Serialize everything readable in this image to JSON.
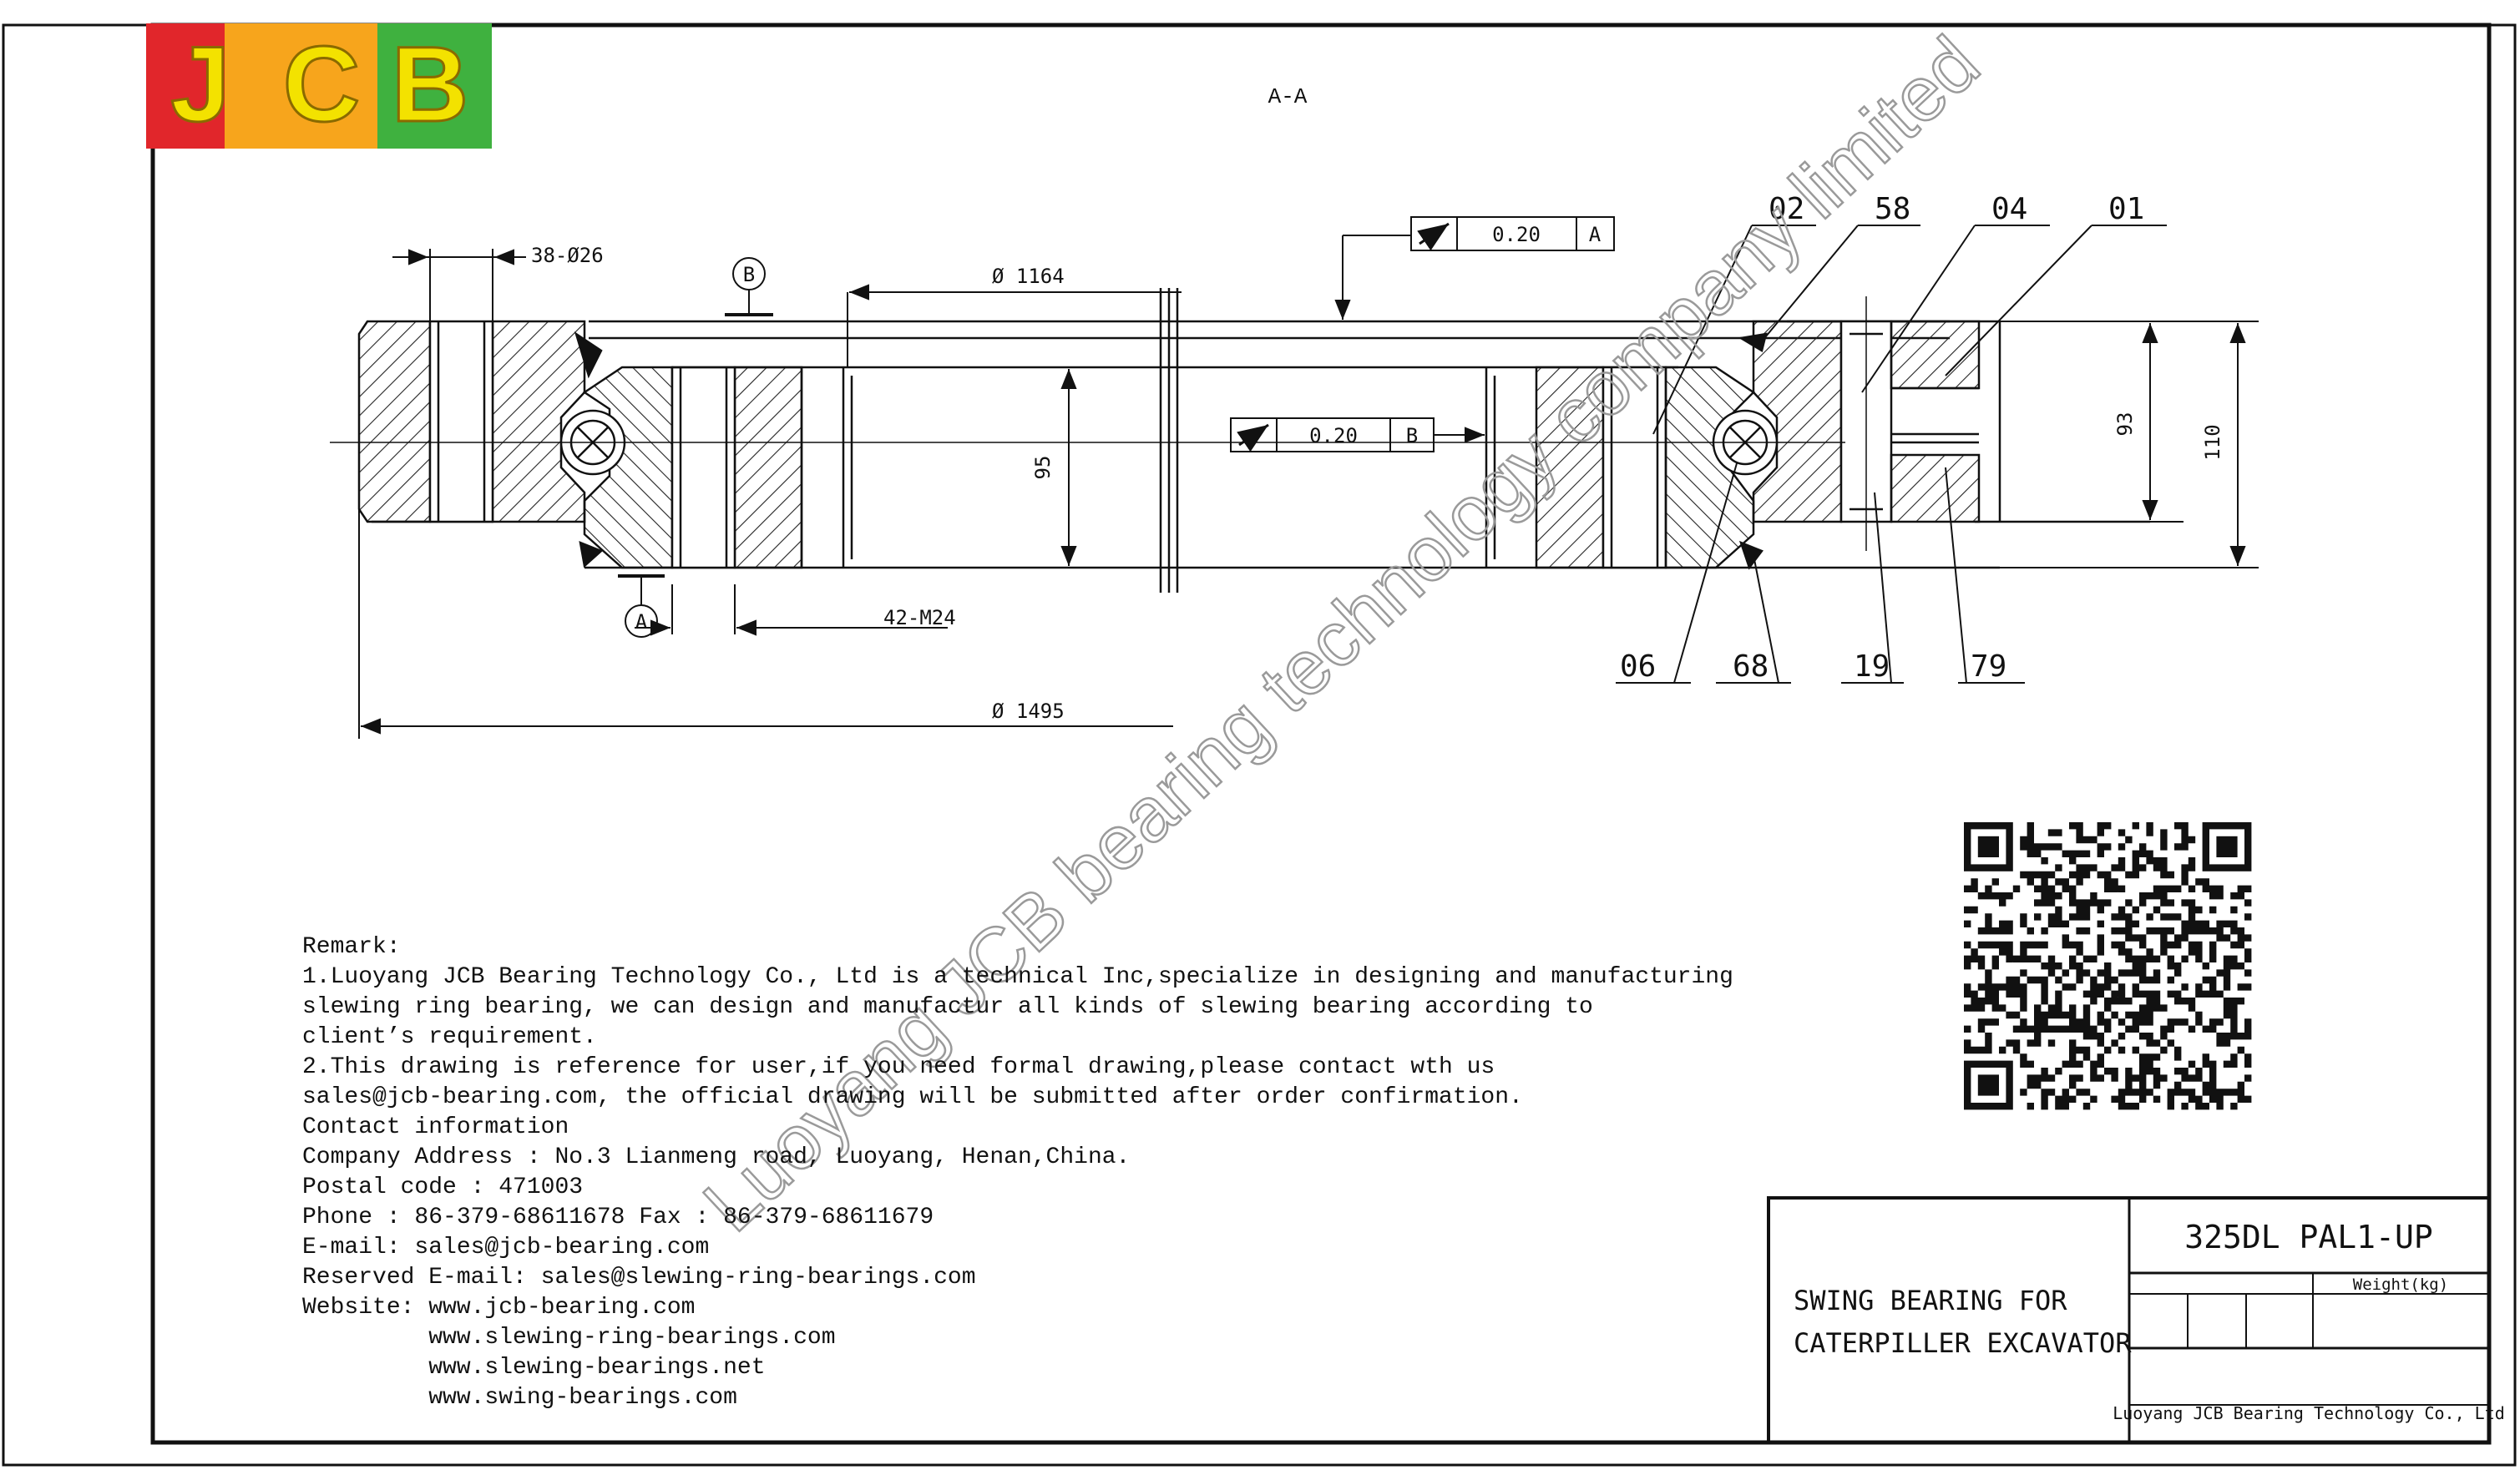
{
  "logo": {
    "text": "JCB",
    "letters": [
      "J",
      "C",
      "B"
    ],
    "colors": [
      "#e1262b",
      "#f7a51c",
      "#3fb13f"
    ],
    "letter_color": "#f3e200"
  },
  "section_label": "A-A",
  "dimensions": {
    "hole_count": "38-Ø26",
    "inner_dia": "Ø 1164",
    "outer_dia": "Ø 1495",
    "thread": "42-M24",
    "h95": "95",
    "h93": "93",
    "h110": "110"
  },
  "datums": {
    "b": "B",
    "a": "A"
  },
  "tolerances": [
    {
      "value": "0.20",
      "datum": "A"
    },
    {
      "value": "0.20",
      "datum": "B"
    }
  ],
  "callouts": {
    "top": [
      "02",
      "58",
      "04",
      "01"
    ],
    "bottom": [
      "06",
      "68",
      "19",
      "79"
    ]
  },
  "watermark": "Luoyang JCB bearing technology company limited",
  "remarks": [
    "Remark:",
    "1.Luoyang JCB Bearing Technology Co., Ltd is a technical Inc,specialize in designing and manufacturing",
    "slewing ring bearing, we can design and manufactur all kinds of slewing bearing according to",
    "client’s requirement.",
    "2.This drawing is reference for user,if you need formal drawing,please contact wth us",
    "sales@jcb-bearing.com, the official drawing will be submitted after order confirmation.",
    "Contact information",
    "Company Address : No.3 Lianmeng road, Luoyang, Henan,China.",
    "Postal code : 471003",
    "Phone : 86-379-68611678 Fax : 86-379-68611679",
    "E-mail: sales@jcb-bearing.com",
    "Reserved E-mail: sales@slewing-ring-bearings.com",
    "Website: www.jcb-bearing.com",
    "         www.slewing-ring-bearings.com",
    "         www.slewing-bearings.net",
    "         www.swing-bearings.com"
  ],
  "title_block": {
    "model": "325DL PAL1-UP",
    "description_line1": "SWING BEARING FOR",
    "description_line2": "CATERPILLER EXCAVATOR",
    "weight_label": "Weight(kg)",
    "company": "Luoyang JCB Bearing Technology Co., Ltd"
  },
  "qr_icon": "qr-code-icon"
}
